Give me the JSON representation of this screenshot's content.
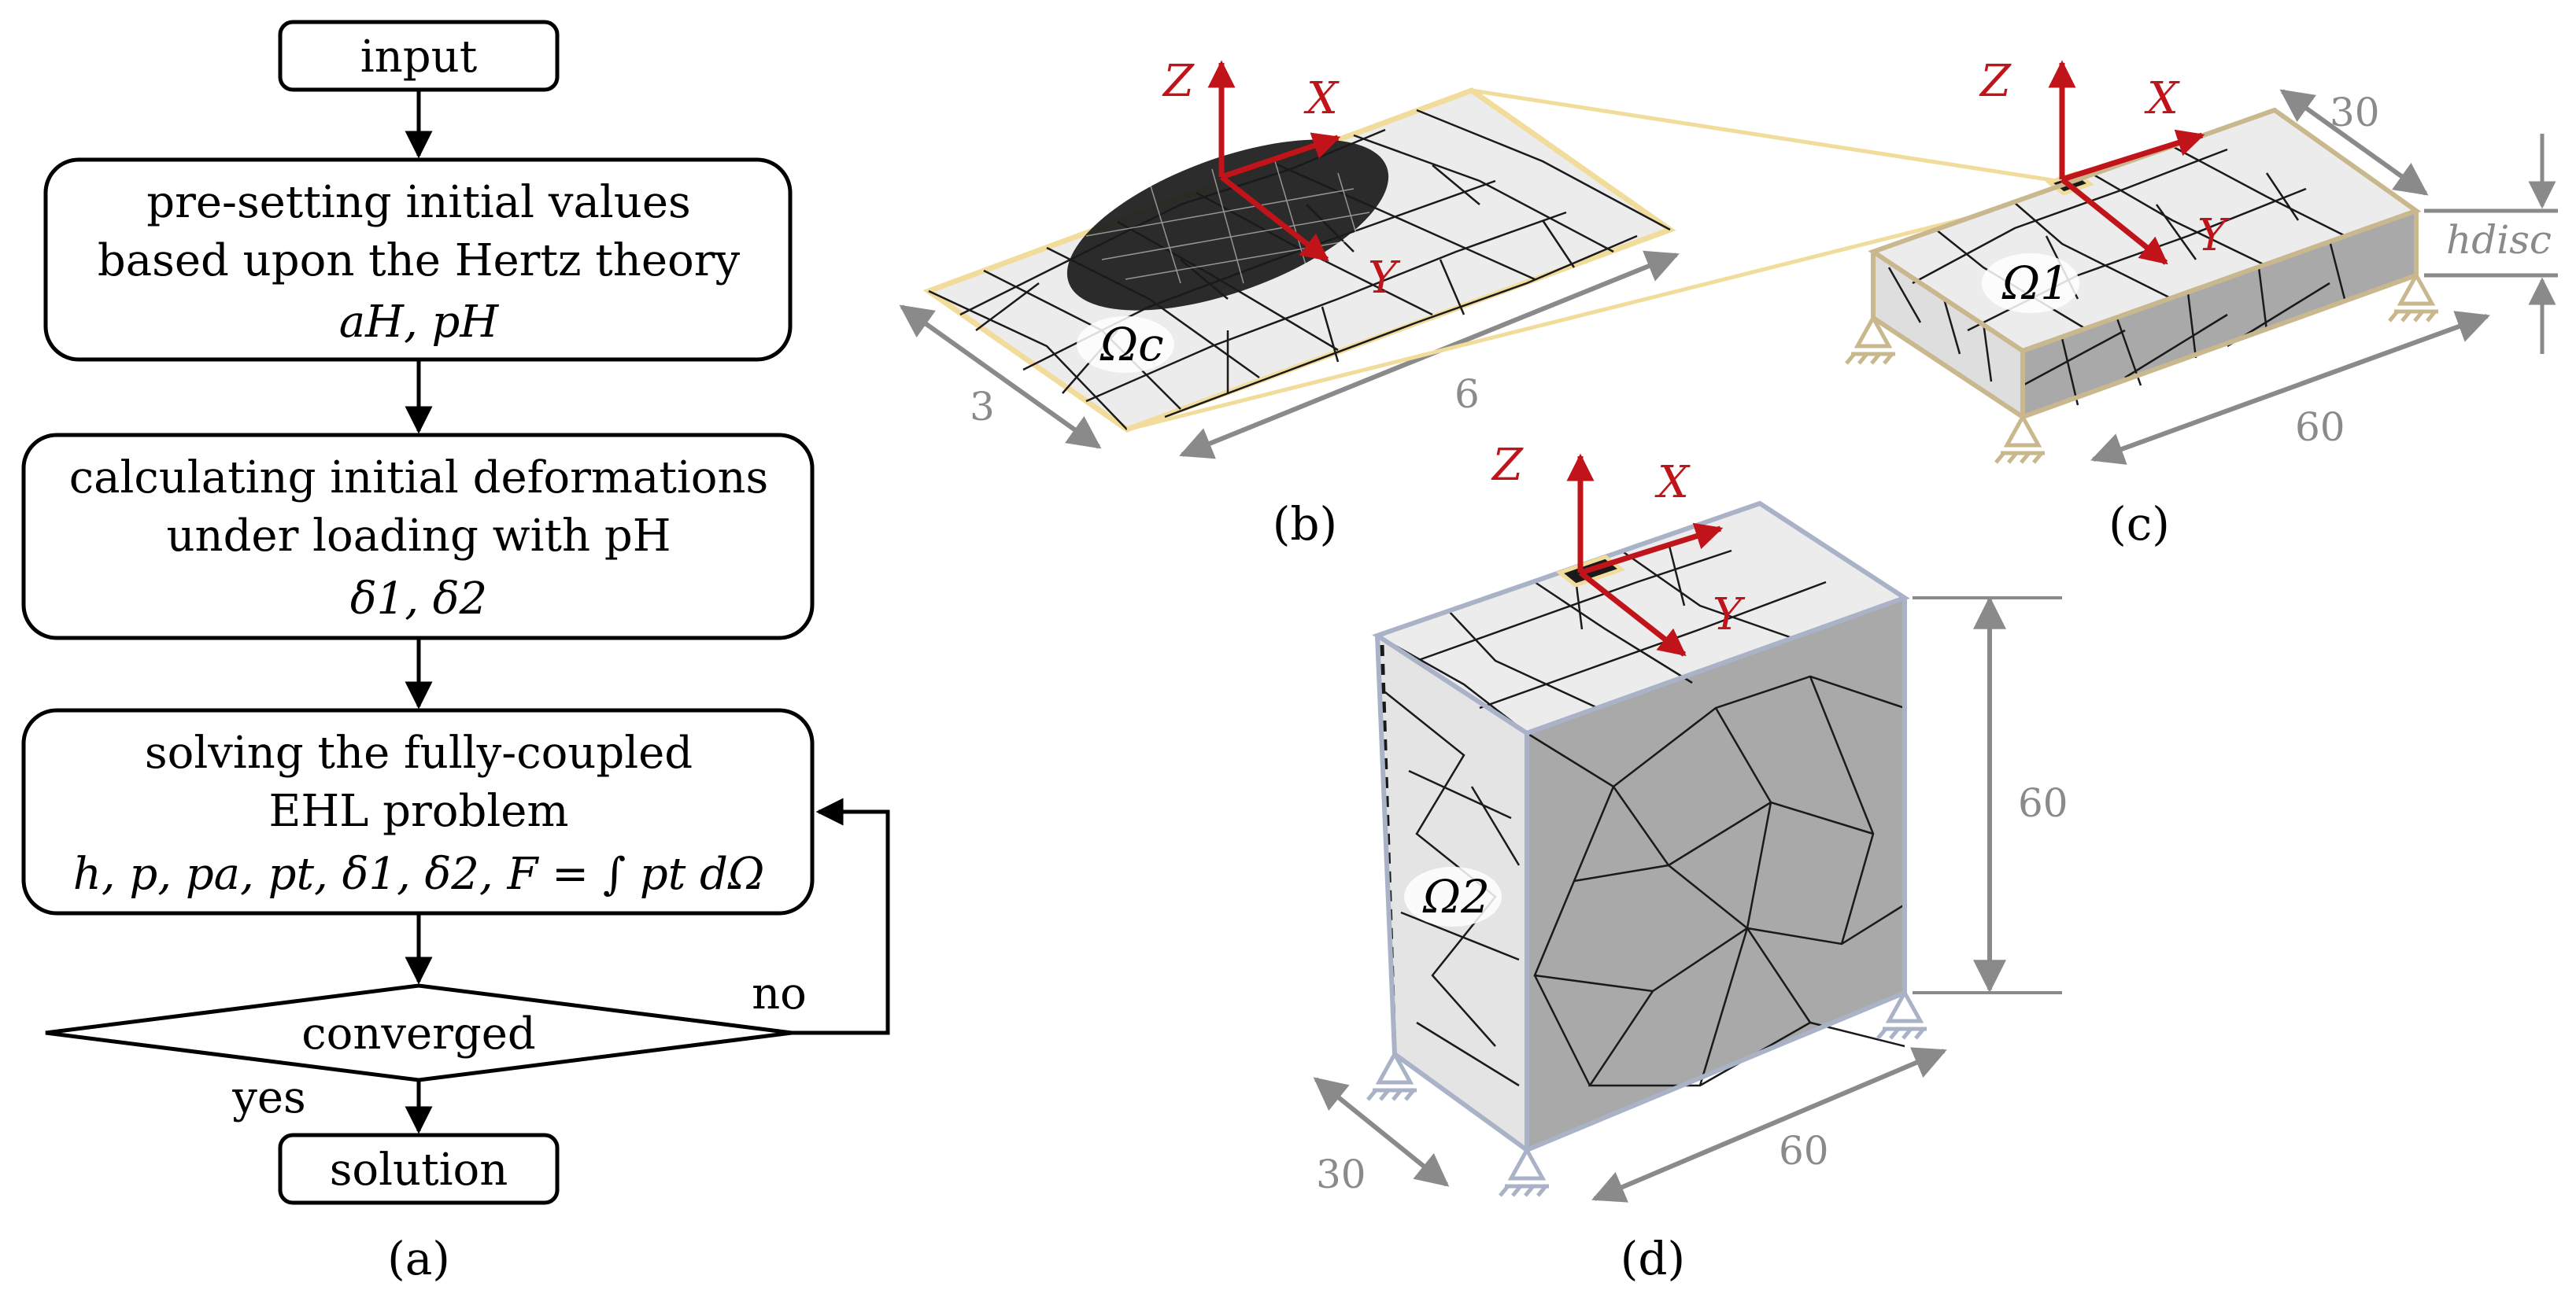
{
  "colors": {
    "axis": "#c0141a",
    "dimension": "#8a8a8a",
    "mesh_light": "#ececec",
    "mesh_dark": "#a9a9a9",
    "outline_b_c": "#f2dc9c",
    "outline_d": "#a9b2c6",
    "support_c": "#c9b88d",
    "support_d": "#a9b2c6"
  },
  "flowchart": {
    "input": "input",
    "step1_line1": "pre-setting initial values",
    "step1_line2": "based upon the Hertz theory",
    "step1_vars": "aH, pH",
    "step2_line1": "calculating initial deformations",
    "step2_line2": "under loading with pH",
    "step2_vars": "δ1, δ2",
    "step3_line1": "solving the fully-coupled",
    "step3_line2": "EHL problem",
    "step3_vars": "h, p, pa, pt, δ1, δ2, F = ∫ pt dΩ",
    "decision": "converged",
    "no": "no",
    "yes": "yes",
    "output": "solution"
  },
  "panels": {
    "a": "(a)",
    "b": "(b)",
    "c": "(c)",
    "d": "(d)"
  },
  "axes": {
    "x": "X",
    "y": "Y",
    "z": "Z"
  },
  "domains": {
    "contact": "Ωc",
    "body1": "Ω1",
    "body2": "Ω2"
  },
  "dimensions": {
    "b_width": "3",
    "b_length": "6",
    "c_width": "30",
    "c_length": "60",
    "c_height": "hdisc",
    "d_width": "30",
    "d_length": "60",
    "d_height": "60"
  }
}
